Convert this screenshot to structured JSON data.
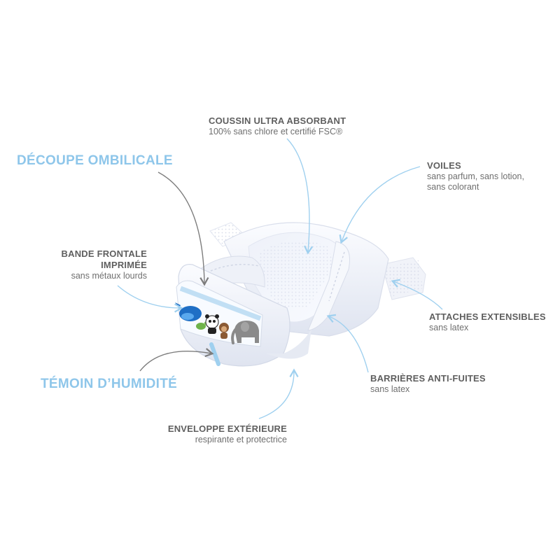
{
  "labels": {
    "coussin": {
      "title": "COUSSIN ULTRA ABSORBANT",
      "sub": "100% sans chlore et certifié FSC®"
    },
    "voiles": {
      "title": "VOILES",
      "sub": [
        "sans parfum, sans lotion,",
        "sans colorant"
      ]
    },
    "decoupe": {
      "title": "DÉCOUPE OMBILICALE"
    },
    "bande": {
      "title": [
        "BANDE FRONTALE",
        "IMPRIMÉE"
      ],
      "sub": "sans métaux lourds"
    },
    "attaches": {
      "title": "ATTACHES EXTENSIBLES",
      "sub": "sans latex"
    },
    "temoin": {
      "title": "TÉMOIN D’HUMIDITÉ"
    },
    "barrieres": {
      "title": "BARRIÈRES ANTI-FUITES",
      "sub": "sans latex"
    },
    "enveloppe": {
      "title": "ENVELOPPE EXTÉRIEURE",
      "sub": "respirante et protectrice"
    }
  },
  "colors": {
    "accent_blue": "#8ec6ea",
    "arrow_blue": "#9fd0ef",
    "arrow_gray": "#7d7d7d",
    "text_gray": "#6a6a6a",
    "diaper_white": "#f3f5fb",
    "diaper_shadow": "#d9deeb"
  },
  "icons": [
    "diaper-illustration",
    "whale-icon",
    "turtle-icon",
    "panda-icon",
    "monkey-icon",
    "elephant-icon"
  ]
}
